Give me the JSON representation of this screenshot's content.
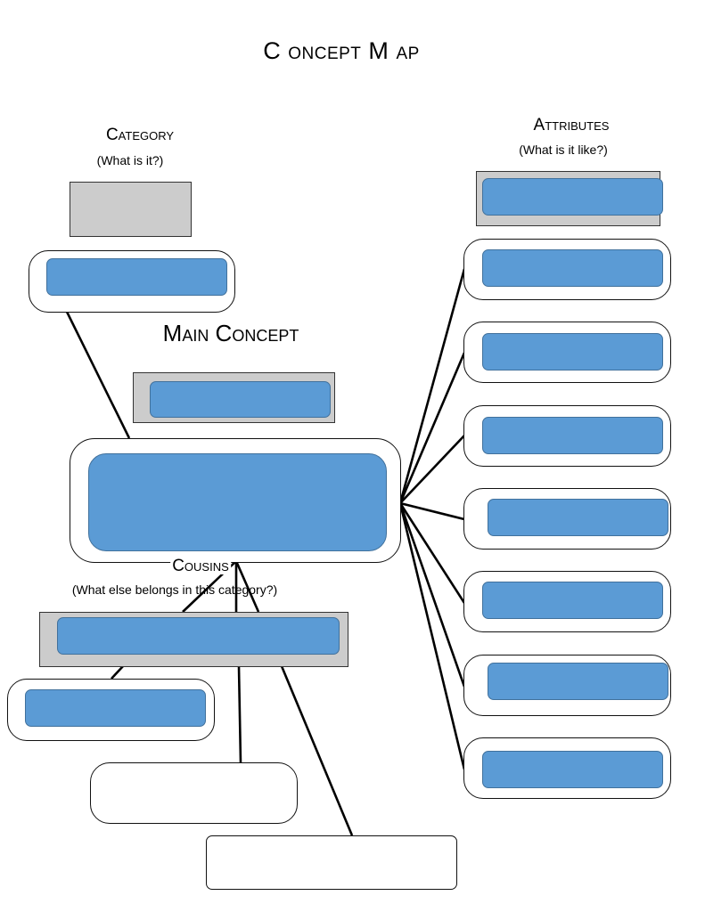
{
  "title": {
    "part1_big": "C",
    "part1_small": "ONCEPT",
    "part2_big": "M",
    "part2_small": "AP"
  },
  "category": {
    "heading": "Category",
    "subtitle": "(What is it?)"
  },
  "attributes": {
    "heading": "Attributes",
    "subtitle": "(What is it like?)"
  },
  "main_concept": {
    "heading": "Main Concept"
  },
  "cousins": {
    "heading": "Cousins",
    "subtitle": "(What else belongs in this category?)"
  },
  "colors": {
    "blue_fill": "#5b9bd5",
    "blue_border": "#41719c",
    "gray_fill": "#cccccc"
  }
}
